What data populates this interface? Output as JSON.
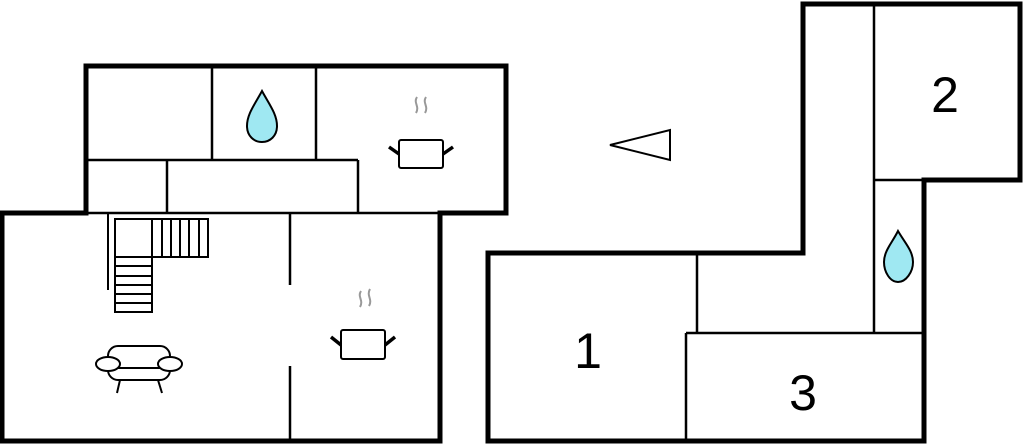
{
  "floor_plan": {
    "colors": {
      "wall": "#000000",
      "water": "#9fe8f2",
      "steam": "#999999",
      "background": "#ffffff"
    },
    "rooms": [
      {
        "label": "1",
        "type": "bedroom"
      },
      {
        "label": "2",
        "type": "bedroom"
      },
      {
        "label": "3",
        "type": "bedroom"
      }
    ],
    "icons": [
      "water-drop-icon",
      "cooking-pot-icon",
      "sofa-icon",
      "staircase-icon",
      "direction-arrow-icon"
    ]
  }
}
